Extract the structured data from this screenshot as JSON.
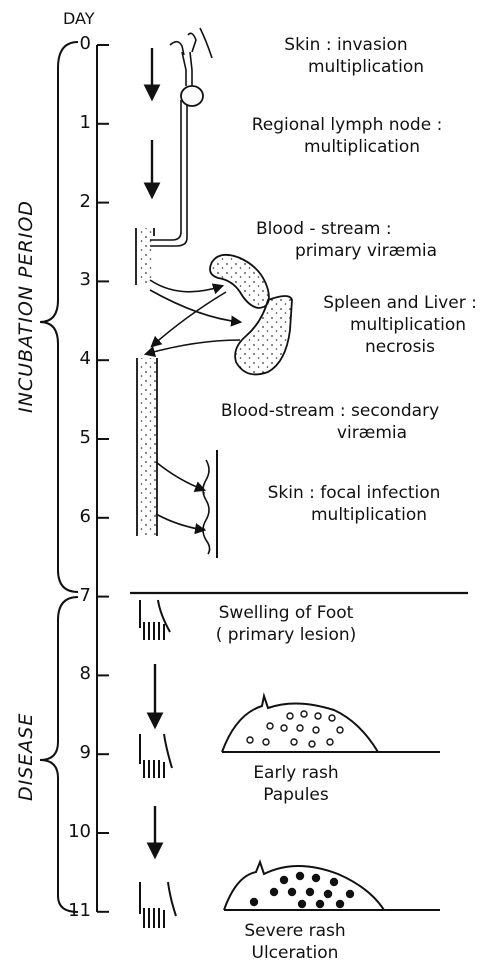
{
  "axis": {
    "title": "DAY",
    "days": [
      "0",
      "1",
      "2",
      "3",
      "4",
      "5",
      "6",
      "7",
      "8",
      "9",
      "10",
      "11"
    ]
  },
  "periods": {
    "incubation": "INCUBATION PERIOD",
    "disease": "DISEASE"
  },
  "stages": [
    {
      "line1": "Skin : invasion",
      "line2": "multiplication"
    },
    {
      "line1": "Regional lymph node :",
      "line2": "multiplication"
    },
    {
      "line1": "Blood - stream :",
      "line2": "primary viræmia"
    },
    {
      "line1": "Spleen and Liver :",
      "line2": "multiplication",
      "line3": "necrosis"
    },
    {
      "line1": "Blood-stream : secondary",
      "line2": "viræmia"
    },
    {
      "line1": "Skin : focal infection",
      "line2": "multiplication"
    },
    {
      "line1": "Swelling of Foot",
      "line2": "( primary lesion)"
    },
    {
      "line1": "Early rash",
      "line2": "Papules"
    },
    {
      "line1": "Severe rash",
      "line2": "Ulceration"
    }
  ]
}
